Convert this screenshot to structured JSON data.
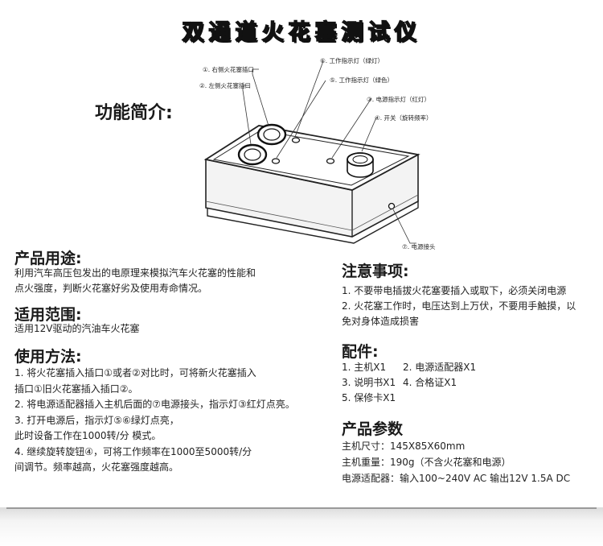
{
  "title": "双通道火花塞测试仪",
  "intro_heading": "功能简介:",
  "callouts": {
    "c1": "①. 右侧火花塞插口",
    "c2": "②. 左侧火花塞插口",
    "c3": "③. 电源指示灯（红灯）",
    "c4": "④. 开关（旋转频率）",
    "c5": "⑤. 工作指示灯（绿色）",
    "c6": "⑥. 工作指示灯（绿灯）",
    "c7": "⑦. 电源接头"
  },
  "usage": {
    "heading": "产品用途:",
    "lines": [
      "利用汽车高压包发出的电原理来模拟汽车火花塞的性能和",
      "点火强度，判断火花塞好劣及使用寿命情况。"
    ]
  },
  "scope": {
    "heading": "适用范围:",
    "lines": [
      "适用12V驱动的汽油车火花塞"
    ]
  },
  "method": {
    "heading": "使用方法:",
    "lines": [
      "1. 将火花塞插入插口①或者②对比时，可将新火花塞插入",
      "    插口①旧火花塞插入插口②。",
      "2. 将电源适配器插入主机后面的⑦电源接头，指示灯③红灯点亮。",
      "3. 打开电源后，指示灯⑤⑥绿灯点亮，",
      "    此时设备工作在1000转/分   模式。",
      "4. 继续旋转旋钮④，可将工作频率在1000至5000转/分",
      "    间调节。频率越高，火花塞强度越高。"
    ]
  },
  "notice": {
    "heading": "注意事项:",
    "lines": [
      "1. 不要带电插拔火花塞要插入或取下，必须关闭电源",
      "2. 火花塞工作时，电压达到上万伏，不要用手触摸，以",
      "    免对身体造成损害"
    ]
  },
  "accessories": {
    "heading": "配件:",
    "row1": [
      "1. 主机X1",
      "2. 电源适配器X1"
    ],
    "row2": [
      "3. 说明书X1",
      "4. 合格证X1"
    ],
    "row3": [
      "5. 保修卡X1"
    ]
  },
  "params": {
    "heading": "产品参数",
    "lines": [
      "主机尺寸：145X85X60mm",
      "主机重量：190g（不含火花塞和电源）",
      "电源适配器：输入100~240V   AC   输出12V 1.5A   DC"
    ]
  }
}
